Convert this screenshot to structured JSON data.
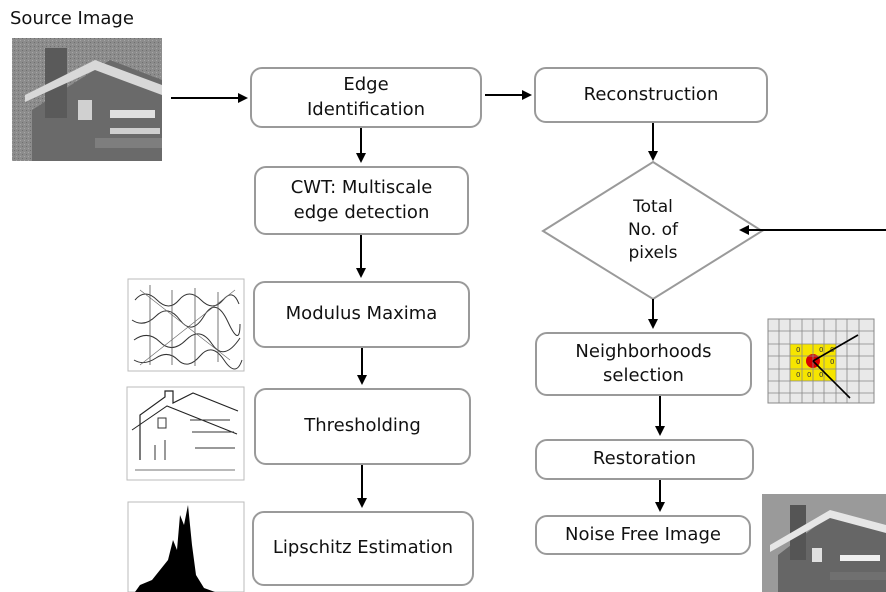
{
  "source_label": "Source Image",
  "boxes": {
    "edge_identification": "Edge\nIdentification",
    "reconstruction": "Reconstruction",
    "cwt": "CWT:  Multiscale\nedge detection",
    "modulus_maxima": "Modulus Maxima",
    "thresholding": "Thresholding",
    "lipschitz": "Lipschitz Estimation",
    "neighborhoods": "Neighborhoods\nselection",
    "restoration": "Restoration",
    "noise_free": "Noise Free Image"
  },
  "decision": "Total\nNo. of\npixels",
  "grid_cells": [
    "0",
    "0",
    "0",
    "0",
    "0",
    "0",
    "0",
    "0"
  ]
}
